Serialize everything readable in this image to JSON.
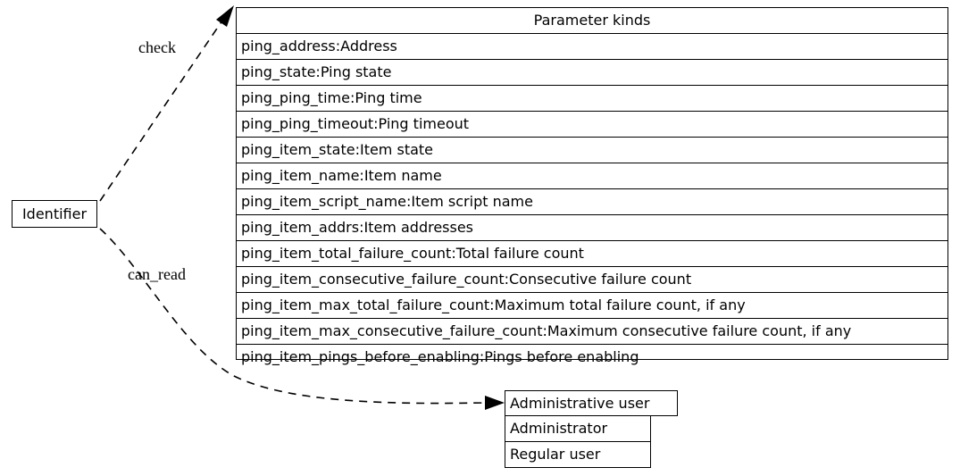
{
  "diagram": {
    "type": "graph",
    "background": "#ffffff",
    "line_color": "#000000"
  },
  "source_node": {
    "label": "Identifier"
  },
  "edges": [
    {
      "name": "check",
      "label": "check",
      "from": "Identifier",
      "to": "Parameter kinds",
      "style": "dashed",
      "arrow": "open-arrow"
    },
    {
      "name": "can_read",
      "label": "can_read",
      "from": "Identifier",
      "to": "Administrative user",
      "style": "dashed",
      "arrow": "open-arrow"
    }
  ],
  "parameter_kinds": {
    "title": "Parameter kinds",
    "rows": [
      "ping_address:Address",
      "ping_state:Ping state",
      "ping_ping_time:Ping time",
      "ping_ping_timeout:Ping timeout",
      "ping_item_state:Item state",
      "ping_item_name:Item name",
      "ping_item_script_name:Item script name",
      "ping_item_addrs:Item addresses",
      "ping_item_total_failure_count:Total failure count",
      "ping_item_consecutive_failure_count:Consecutive failure count",
      "ping_item_max_total_failure_count:Maximum total failure count, if any",
      "ping_item_max_consecutive_failure_count:Maximum consecutive failure count, if any",
      "ping_item_pings_before_enabling:Pings before enabling"
    ]
  },
  "administrative_user": {
    "title": "Administrative user",
    "rows": [
      "Administrator",
      "Regular user"
    ]
  }
}
